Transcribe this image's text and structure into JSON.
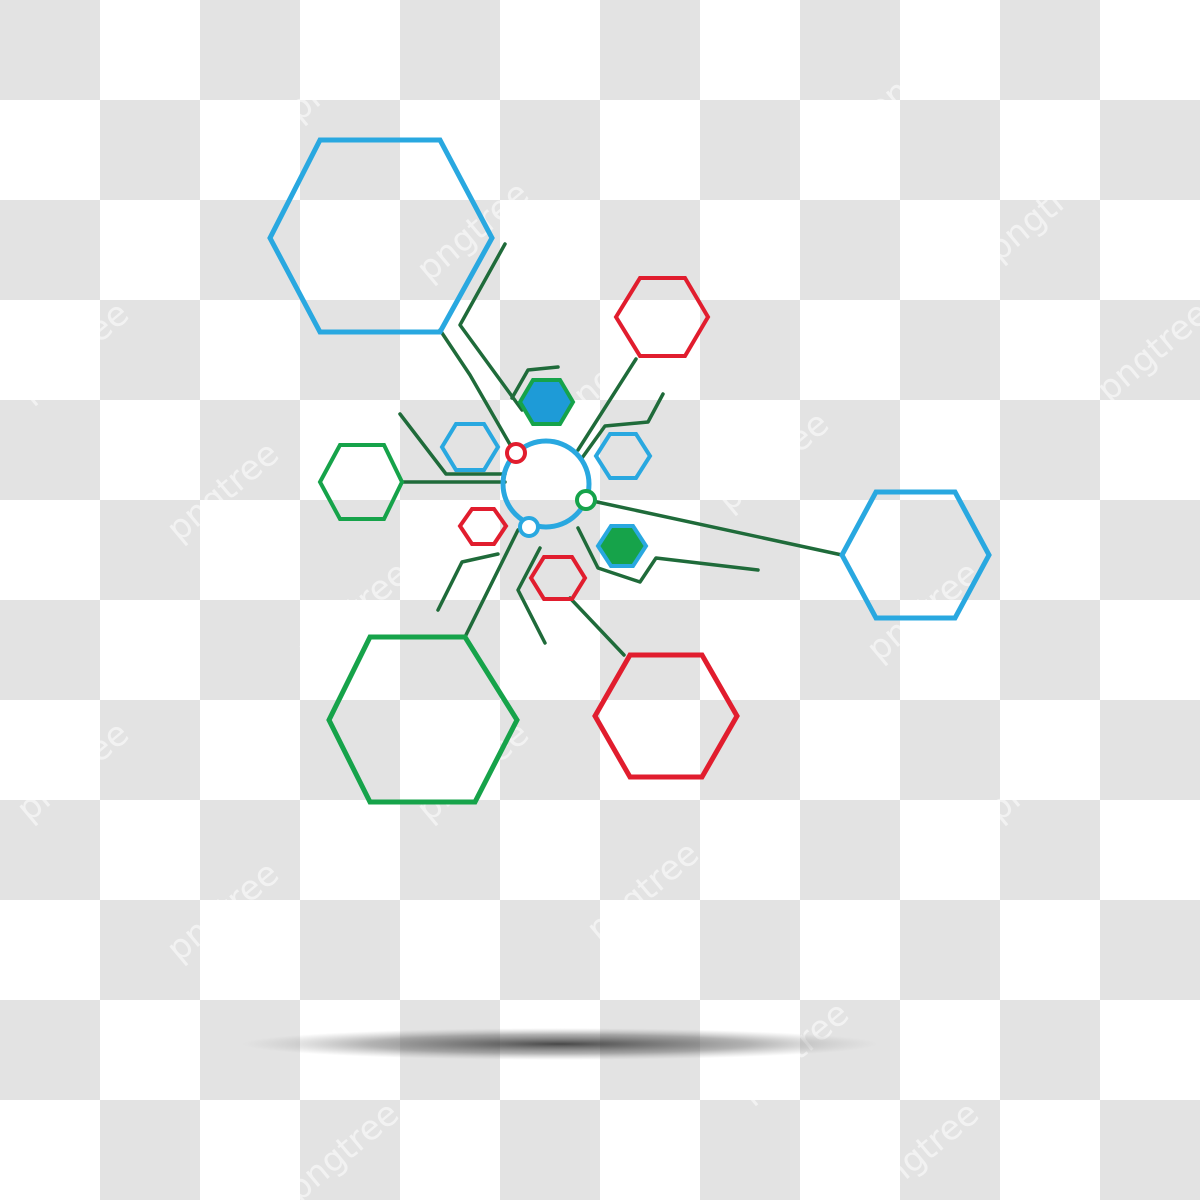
{
  "canvas": {
    "checker_light": "#ffffff",
    "checker_dark": "#e3e3e3"
  },
  "watermark": {
    "text": "pngtree"
  },
  "colors": {
    "blue": "#29a8e0",
    "green": "#16a34a",
    "red": "#e11d2e",
    "connector": "#1f6b3a",
    "shadow": "#555555"
  },
  "diagram": {
    "hub": {
      "shape": "circle",
      "color": "blue"
    },
    "nodes": [
      {
        "id": "hex-top-left",
        "color": "blue",
        "style": "outline"
      },
      {
        "id": "hex-top-right-small",
        "color": "red",
        "style": "outline"
      },
      {
        "id": "hex-right",
        "color": "blue",
        "style": "outline"
      },
      {
        "id": "hex-bottom-right",
        "color": "red",
        "style": "outline"
      },
      {
        "id": "hex-bottom-left",
        "color": "green",
        "style": "outline"
      },
      {
        "id": "hex-left",
        "color": "green",
        "style": "outline"
      },
      {
        "id": "hex-inner-top",
        "color": "blue",
        "style": "filled"
      },
      {
        "id": "hex-inner-left",
        "color": "blue",
        "style": "outline"
      },
      {
        "id": "hex-inner-right",
        "color": "blue",
        "style": "outline"
      },
      {
        "id": "hex-inner-bottom-right",
        "color": "green",
        "style": "filled"
      },
      {
        "id": "hex-inner-red-left",
        "color": "red",
        "style": "outline"
      },
      {
        "id": "hex-inner-red-bottom",
        "color": "red",
        "style": "outline"
      }
    ]
  }
}
